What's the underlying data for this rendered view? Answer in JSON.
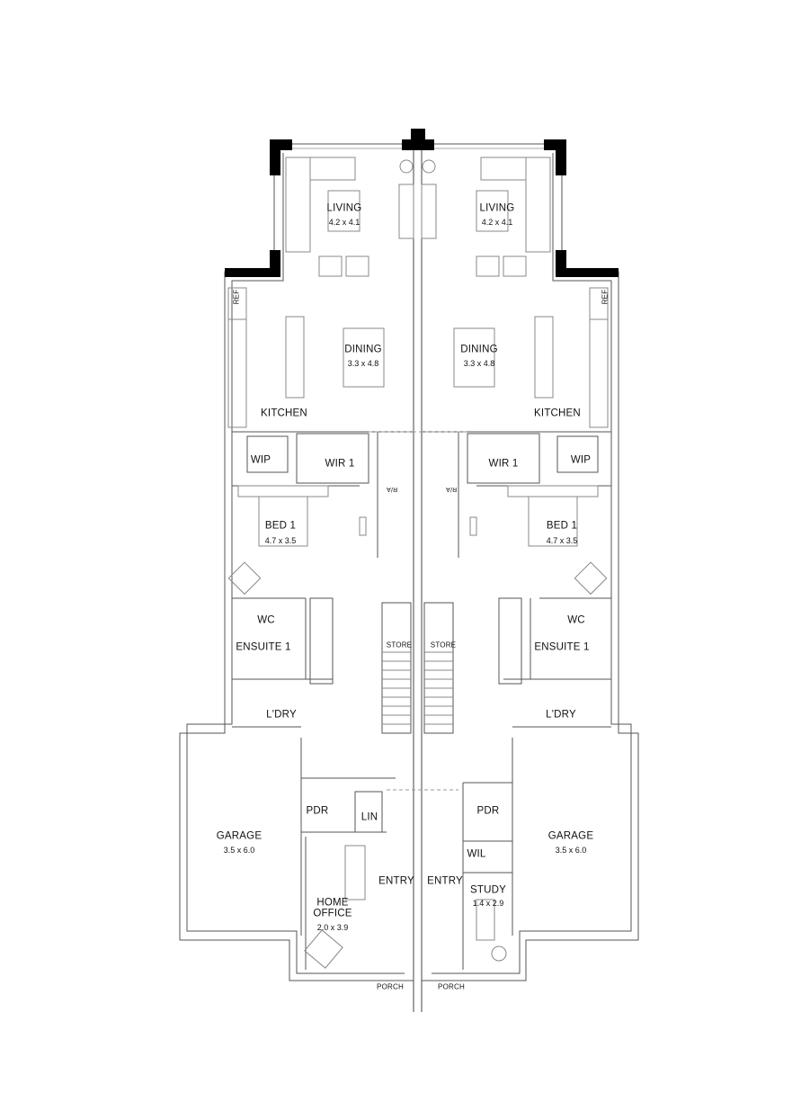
{
  "plan": {
    "type": "duplex floor plan",
    "units": [
      {
        "side": "left",
        "rooms": {
          "living": {
            "name": "LIVING",
            "dims": "4.2 x 4.1"
          },
          "dining": {
            "name": "DINING",
            "dims": "3.3 x 4.8"
          },
          "kitchen": {
            "name": "KITCHEN"
          },
          "ref": {
            "name": "REF"
          },
          "wip": {
            "name": "WIP"
          },
          "wir": {
            "name": "WIR 1"
          },
          "ria": {
            "name": "R/A"
          },
          "bed1": {
            "name": "BED 1",
            "dims": "4.7 x 3.5"
          },
          "wc": {
            "name": "WC"
          },
          "ensuite": {
            "name": "ENSUITE 1"
          },
          "store": {
            "name": "STORE"
          },
          "laundry": {
            "name": "L'DRY"
          },
          "garage": {
            "name": "GARAGE",
            "dims": "3.5 x 6.0"
          },
          "pdr": {
            "name": "PDR"
          },
          "lin": {
            "name": "LIN"
          },
          "entry": {
            "name": "ENTRY"
          },
          "office_line1": {
            "name": "HOME"
          },
          "office_line2": {
            "name": "OFFICE",
            "dims": "2.0 x 3.9"
          },
          "porch": {
            "name": "PORCH"
          }
        }
      },
      {
        "side": "right",
        "rooms": {
          "living": {
            "name": "LIVING",
            "dims": "4.2 x 4.1"
          },
          "dining": {
            "name": "DINING",
            "dims": "3.3 x 4.8"
          },
          "kitchen": {
            "name": "KITCHEN"
          },
          "ref": {
            "name": "REF"
          },
          "wip": {
            "name": "WIP"
          },
          "wir": {
            "name": "WIR 1"
          },
          "ria": {
            "name": "R/A"
          },
          "bed1": {
            "name": "BED 1",
            "dims": "4.7 x 3.5"
          },
          "wc": {
            "name": "WC"
          },
          "ensuite": {
            "name": "ENSUITE 1"
          },
          "store": {
            "name": "STORE"
          },
          "laundry": {
            "name": "L'DRY"
          },
          "garage": {
            "name": "GARAGE",
            "dims": "3.5 x 6.0"
          },
          "pdr": {
            "name": "PDR"
          },
          "wil": {
            "name": "WIL"
          },
          "entry": {
            "name": "ENTRY"
          },
          "study": {
            "name": "STUDY",
            "dims": "1.4 x 2.9"
          },
          "porch": {
            "name": "PORCH"
          }
        }
      }
    ]
  }
}
